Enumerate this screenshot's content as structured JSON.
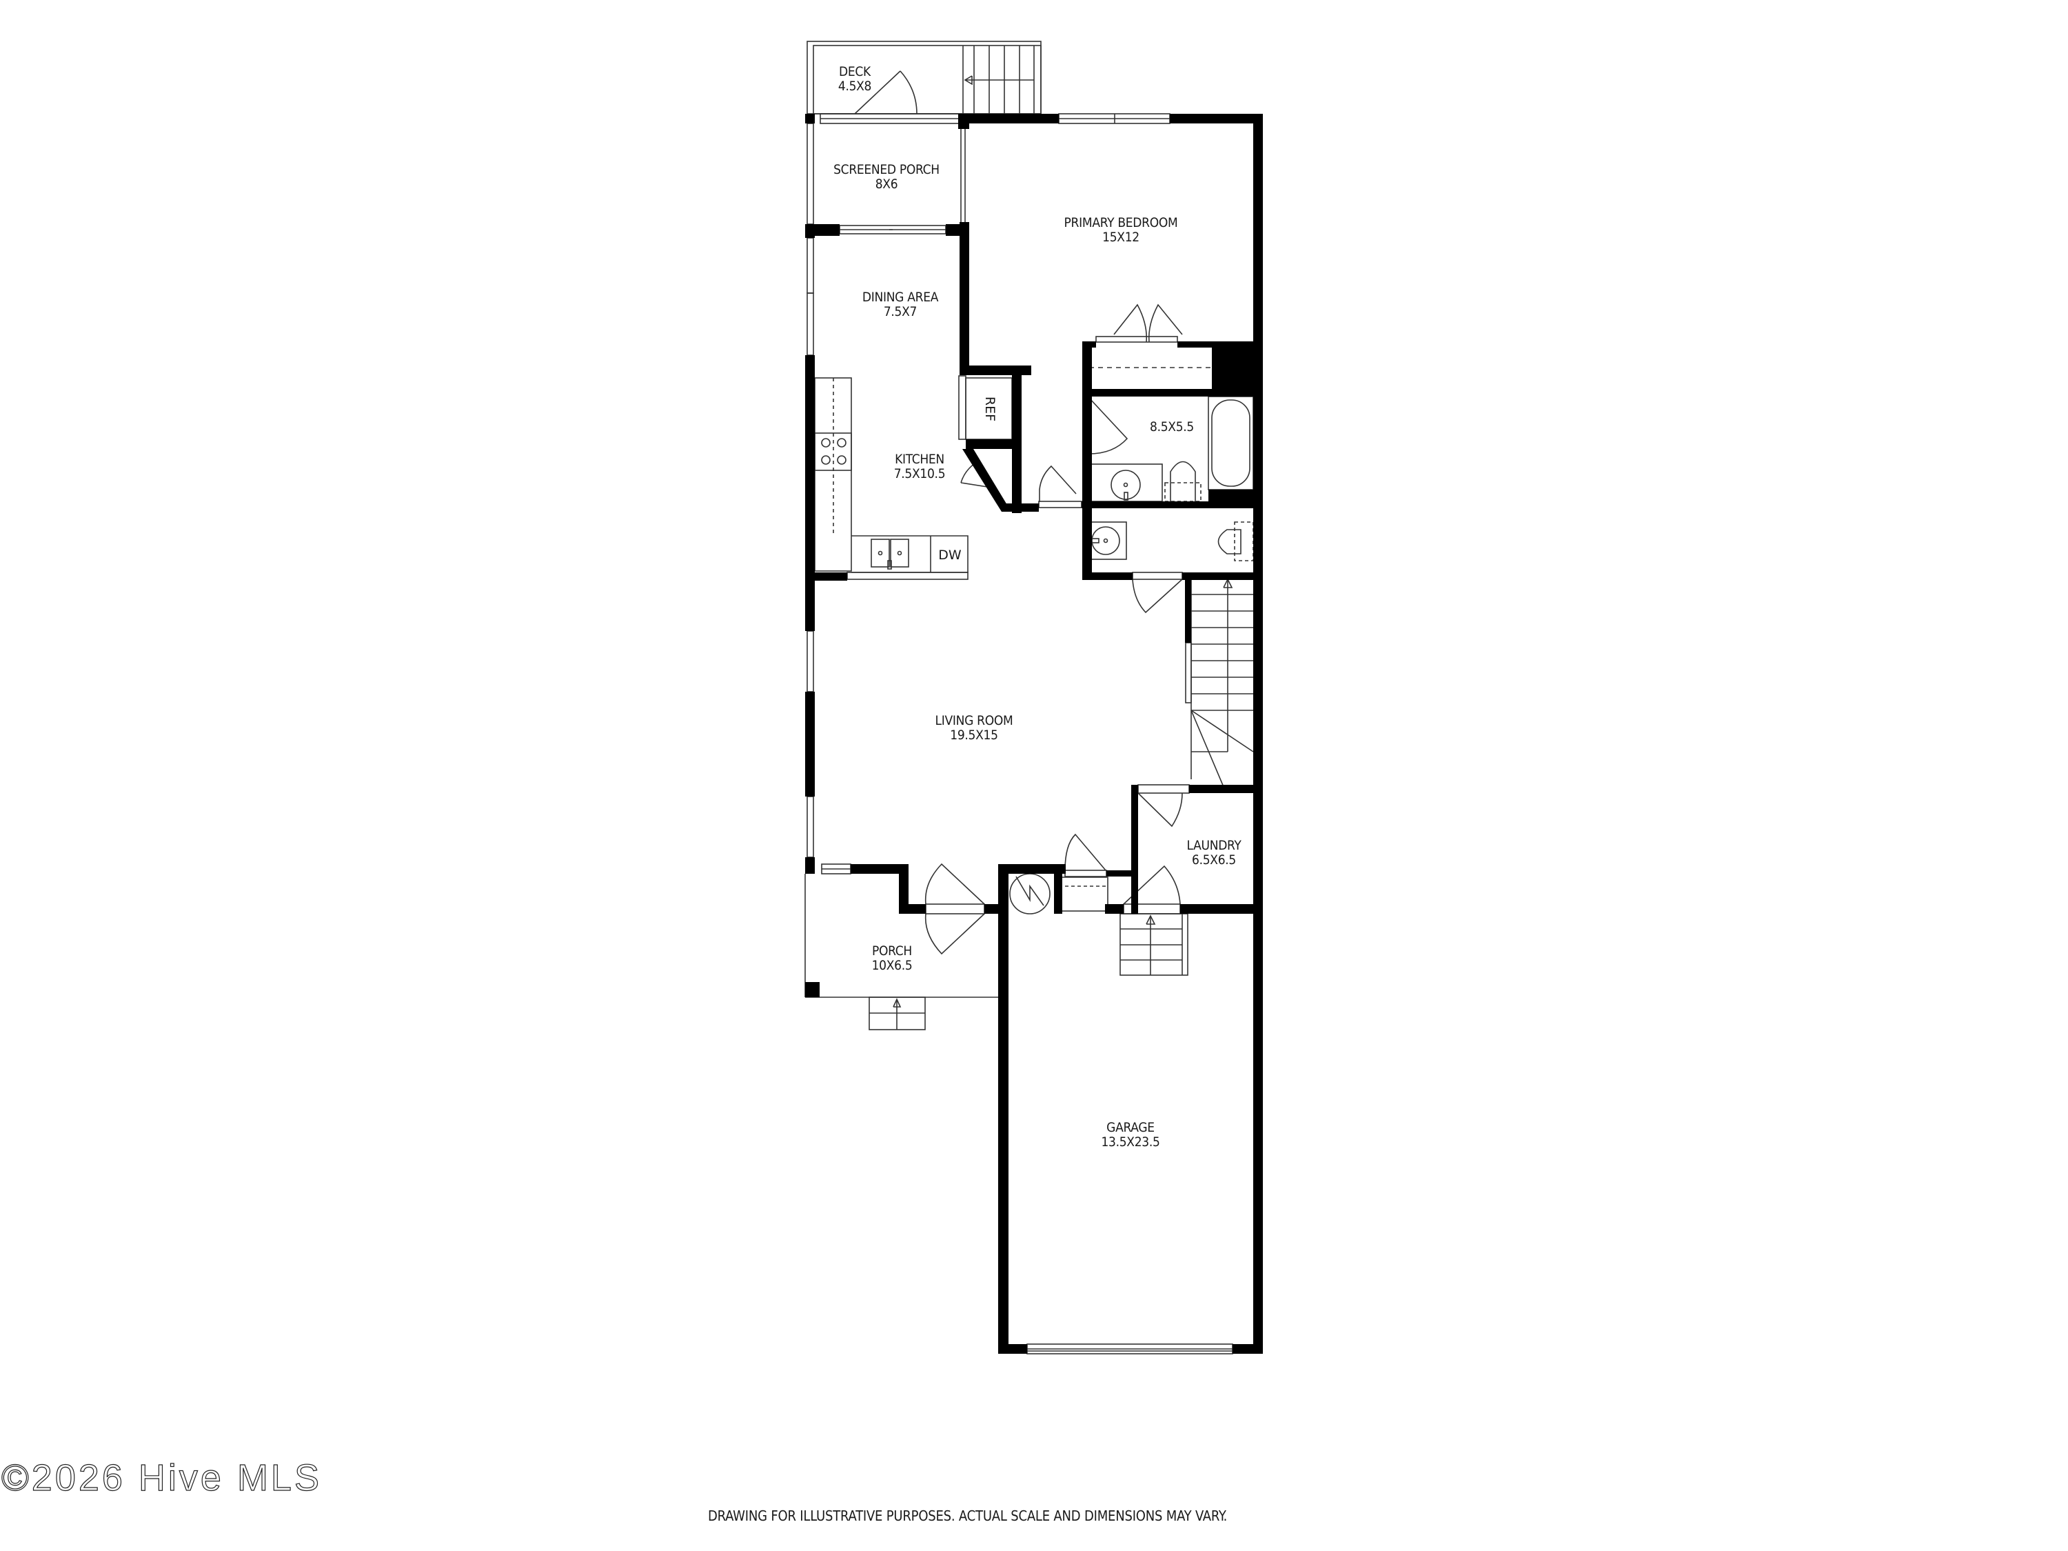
{
  "rooms": {
    "deck": {
      "name": "DECK",
      "dim": "4.5X8"
    },
    "screened_porch": {
      "name": "SCREENED PORCH",
      "dim": "8X6"
    },
    "primary_bedroom": {
      "name": "PRIMARY BEDROOM",
      "dim": "15X12"
    },
    "dining_area": {
      "name": "DINING AREA",
      "dim": "7.5X7"
    },
    "kitchen": {
      "name": "KITCHEN",
      "dim": "7.5X10.5"
    },
    "bathroom": {
      "name": "",
      "dim": "8.5X5.5"
    },
    "living_room": {
      "name": "LIVING ROOM",
      "dim": "19.5X15"
    },
    "laundry": {
      "name": "LAUNDRY",
      "dim": "6.5X6.5"
    },
    "porch": {
      "name": "PORCH",
      "dim": "10X6.5"
    },
    "garage": {
      "name": "GARAGE",
      "dim": "13.5X23.5"
    }
  },
  "fixtures": {
    "refrigerator": "REF",
    "dishwasher": "DW"
  },
  "footer": {
    "disclaimer": "DRAWING FOR ILLUSTRATIVE PURPOSES. ACTUAL SCALE AND DIMENSIONS MAY VARY.",
    "watermark": "©2026 Hive MLS"
  },
  "colors": {
    "wall": "#000000",
    "line": "#333333",
    "background": "#ffffff"
  }
}
